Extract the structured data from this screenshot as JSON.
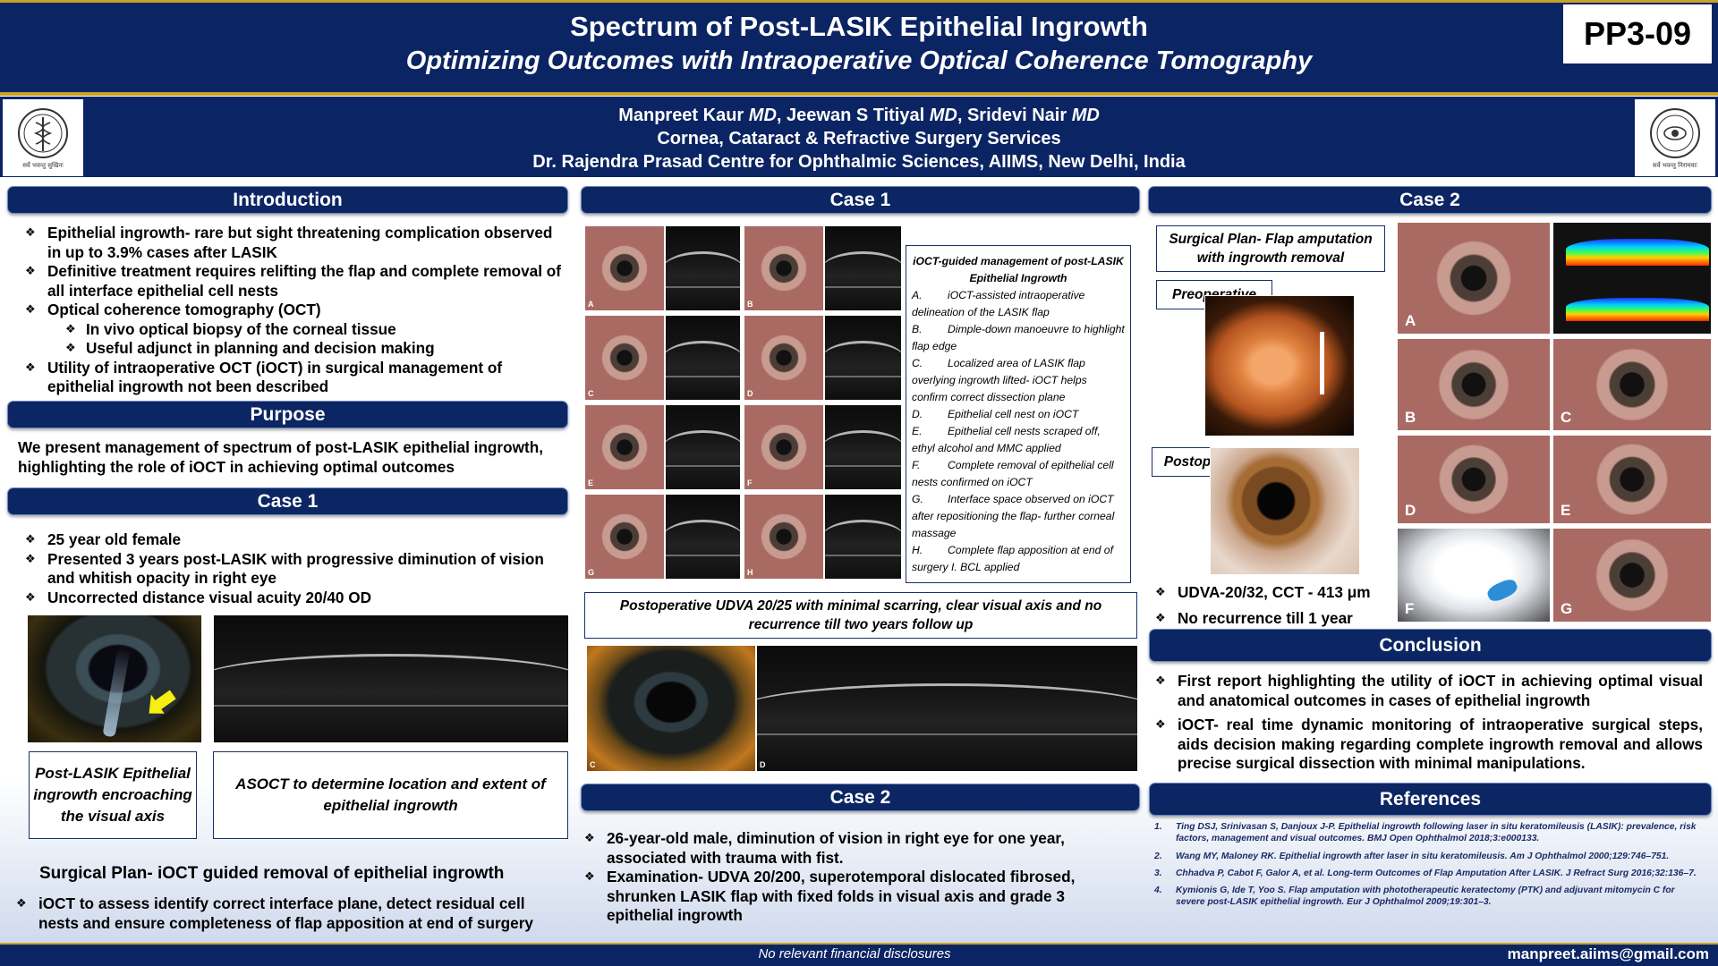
{
  "header": {
    "title": "Spectrum of Post-LASIK Epithelial Ingrowth",
    "subtitle": "Optimizing Outcomes with Intraoperative Optical Coherence Tomography",
    "code": "PP3-09",
    "authors": [
      {
        "name": "Manpreet Kaur",
        "degree": "MD",
        "sep": ", "
      },
      {
        "name": "Jeewan S Titiyal",
        "degree": "MD",
        "sep": ", "
      },
      {
        "name": "Sridevi Nair",
        "degree": "MD",
        "sep": ""
      }
    ],
    "department": "Cornea, Cataract & Refractive Surgery Services",
    "institution": "Dr. Rajendra Prasad Centre for Ophthalmic Sciences, AIIMS, New Delhi, India",
    "logo_left_text": "सर्वे भवन्तु सुखिनः",
    "logo_right_text": "सर्वे भवन्तु निरामयाः"
  },
  "intro": {
    "heading": "Introduction",
    "items": [
      "Epithelial ingrowth- rare but sight threatening complication observed in up to 3.9% cases after LASIK",
      "Definitive treatment requires relifting the flap and complete removal of all interface epithelial cell nests",
      "Optical coherence tomography (OCT)",
      "In vivo optical biopsy of the corneal tissue",
      "Useful adjunct in planning and decision making",
      "Utility of intraoperative OCT (iOCT) in surgical management of epithelial ingrowth not been described"
    ]
  },
  "purpose": {
    "heading": "Purpose",
    "text": "We present management of spectrum of post-LASIK epithelial ingrowth, highlighting the role of iOCT in achieving optimal outcomes"
  },
  "case1_left": {
    "heading": "Case 1",
    "items": [
      "25 year old female",
      "Presented 3 years post-LASIK with progressive diminution of vision and whitish opacity in right eye",
      "Uncorrected distance visual acuity 20/40 OD"
    ],
    "caption1": "Post-LASIK Epithelial ingrowth encroaching the visual axis",
    "caption2": "ASOCT to determine location and extent of epithelial ingrowth",
    "plan_title": "Surgical Plan- iOCT guided removal of epithelial ingrowth",
    "plan_item": "iOCT to assess identify correct interface plane, detect residual cell nests and ensure completeness of flap apposition at end of surgery"
  },
  "case1_mid": {
    "heading": "Case 1",
    "panel_labels": [
      "A",
      "B",
      "C",
      "D",
      "E",
      "F",
      "G",
      "H"
    ],
    "legend_title": "iOCT-guided management of post-LASIK Epithelial Ingrowth",
    "legend_items": [
      {
        "k": "A.",
        "v": "iOCT-assisted intraoperative delineation of the LASIK flap"
      },
      {
        "k": "B.",
        "v": "Dimple-down manoeuvre to highlight flap edge"
      },
      {
        "k": "C.",
        "v": "Localized area of LASIK flap overlying ingrowth lifted- iOCT helps confirm correct dissection plane"
      },
      {
        "k": "D.",
        "v": "Epithelial cell nest on iOCT"
      },
      {
        "k": "E.",
        "v": "Epithelial cell nests scraped off, ethyl alcohol and MMC applied"
      },
      {
        "k": "F.",
        "v": "Complete removal of epithelial cell nests confirmed on iOCT"
      },
      {
        "k": "G.",
        "v": "Interface space observed on iOCT after repositioning the flap- further corneal massage"
      },
      {
        "k": "H.",
        "v": "Complete flap apposition at end of surgery I. BCL applied"
      }
    ],
    "postop_text": "Postoperative UDVA 20/25 with minimal scarring, clear visual axis and no recurrence till two years follow up",
    "postop_labels": [
      "C",
      "D"
    ]
  },
  "case2_mid": {
    "heading": "Case 2",
    "items": [
      "26-year-old male, diminution of vision in right eye for one year, associated with trauma with fist.",
      "Examination- UDVA 20/200, superotemporal dislocated fibrosed, shrunken LASIK flap with fixed folds in visual axis and grade 3 epithelial ingrowth"
    ]
  },
  "case2_right": {
    "heading": "Case 2",
    "plan": "Surgical Plan- Flap amputation with ingrowth removal",
    "preop": "Preoperative",
    "postop": "Postoperative",
    "items": [
      "UDVA-20/32, CCT - 413 μm",
      "No recurrence till 1 year"
    ],
    "panel_labels": [
      "A",
      "B",
      "C",
      "D",
      "E",
      "F",
      "G"
    ]
  },
  "conclusion": {
    "heading": "Conclusion",
    "items": [
      "First report highlighting the utility of iOCT in achieving optimal visual and anatomical outcomes in cases of epithelial ingrowth",
      "iOCT- real time dynamic monitoring of intraoperative surgical steps, aids decision making regarding complete ingrowth removal and allows precise surgical dissection with minimal manipulations."
    ]
  },
  "references": {
    "heading": "References",
    "items": [
      {
        "n": "1.",
        "t": "Ting DSJ, Srinivasan S, Danjoux J-P. Epithelial ingrowth following laser in situ keratomileusis (LASIK): prevalence, risk factors, management and visual outcomes. BMJ Open Ophthalmol 2018;3:e000133."
      },
      {
        "n": "2.",
        "t": "Wang MY, Maloney RK. Epithelial ingrowth after laser in situ keratomileusis. Am J Ophthalmol 2000;129:746–751."
      },
      {
        "n": "3.",
        "t": "Chhadva P, Cabot F, Galor A, et al. Long-term Outcomes of Flap Amputation After LASIK. J Refract Surg 2016;32:136–7."
      },
      {
        "n": "4.",
        "t": "Kymionis G, Ide T, Yoo S. Flap amputation with phototherapeutic keratectomy (PTK) and adjuvant mitomycin C for severe post-LASIK epithelial ingrowth. Eur J Ophthalmol 2009;19:301–3."
      }
    ]
  },
  "footer": {
    "disclosure": "No relevant financial disclosures",
    "email": "manpreet.aiims@gmail.com"
  }
}
